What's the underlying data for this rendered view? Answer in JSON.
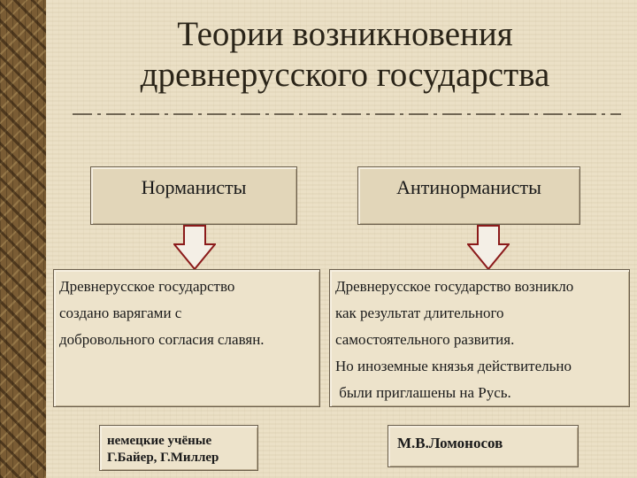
{
  "title": {
    "line1": "Теории возникновения",
    "line2": "древнерусского государства"
  },
  "left": {
    "heading": "Норманисты",
    "description": [
      "Древнерусское государство",
      "создано варягами с",
      "добровольного согласия славян."
    ],
    "scientists": [
      "немецкие учёные",
      "Г.Байер, Г.Миллер"
    ]
  },
  "right": {
    "heading": "Антинорманисты",
    "description": [
      "Древнерусское государство возникло",
      "как результат длительного",
      "самостоятельного развития.",
      "Но иноземные князья действительно",
      " были приглашены на Русь."
    ],
    "scientists": [
      "М.В.Ломоносов"
    ]
  },
  "colors": {
    "background": "#ebe0c6",
    "box_fill": "#e2d6b9",
    "sidebar": "#7a5c34",
    "text": "#1a1a1a"
  }
}
